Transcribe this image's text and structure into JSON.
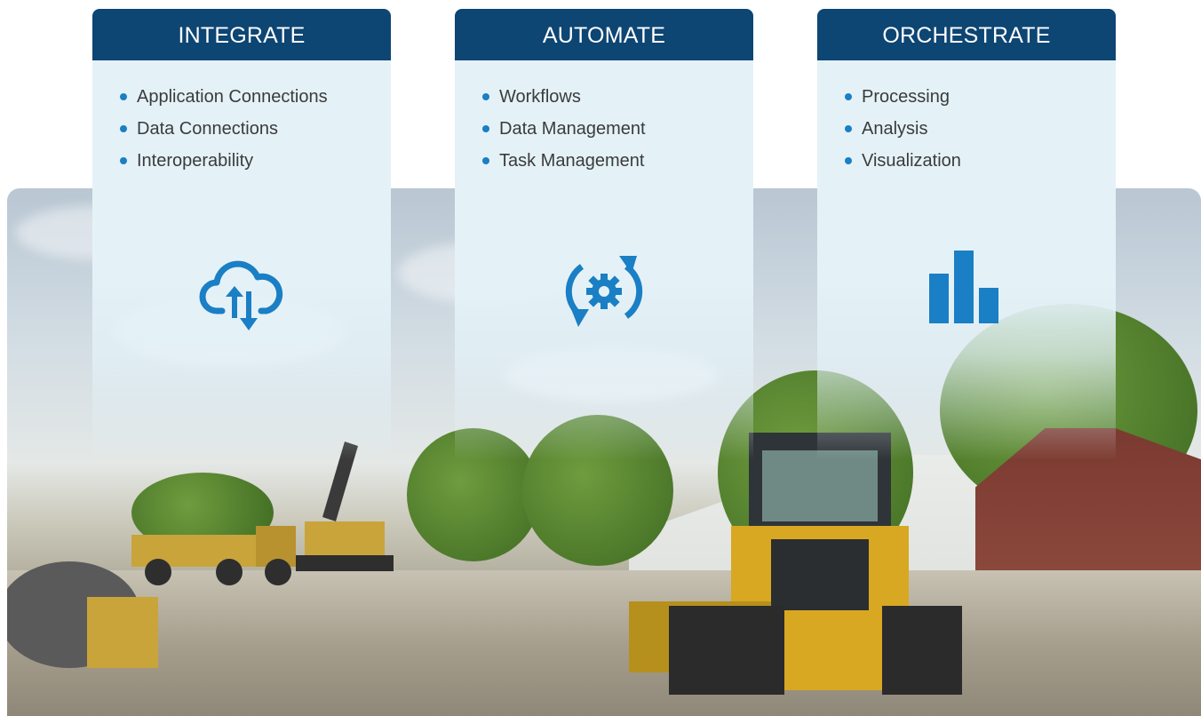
{
  "columns": [
    {
      "title": "INTEGRATE",
      "items": [
        "Application Connections",
        "Data Connections",
        "Interoperability"
      ],
      "icon": "cloud-upload-download-icon"
    },
    {
      "title": "AUTOMATE",
      "items": [
        "Workflows",
        "Data Management",
        "Task Management"
      ],
      "icon": "gear-cycle-icon"
    },
    {
      "title": "ORCHESTRATE",
      "items": [
        "Processing",
        "Analysis",
        "Visualization"
      ],
      "icon": "bar-chart-icon"
    }
  ],
  "colors": {
    "header": "#0d4573",
    "panel": "#e4f2f8",
    "accent": "#1a7fc4",
    "text": "#3b3b3b"
  }
}
